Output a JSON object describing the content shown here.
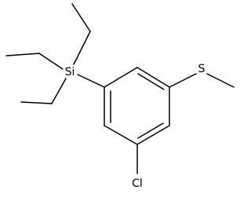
{
  "molecule": {
    "atoms": {
      "si": "Si",
      "s": "S",
      "cl": "Cl"
    }
  }
}
